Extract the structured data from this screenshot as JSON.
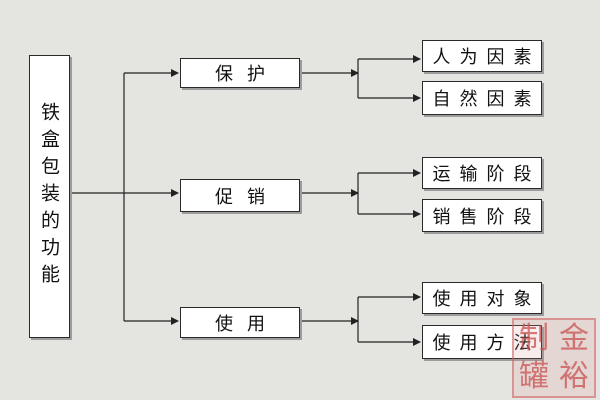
{
  "root": {
    "label": "铁盒包装的功能"
  },
  "branches": [
    {
      "label": "保护",
      "children": [
        "人为因素",
        "自然因素"
      ]
    },
    {
      "label": "促销",
      "children": [
        "运输阶段",
        "销售阶段"
      ]
    },
    {
      "label": "使用",
      "children": [
        "使用对象",
        "使用方法"
      ]
    }
  ],
  "watermark": {
    "chars": [
      "制",
      "金",
      "罐",
      "裕"
    ]
  },
  "colors": {
    "background": "#e4e5e1",
    "box": "#ffffff",
    "line": "#222222",
    "watermark": "#c85050"
  }
}
